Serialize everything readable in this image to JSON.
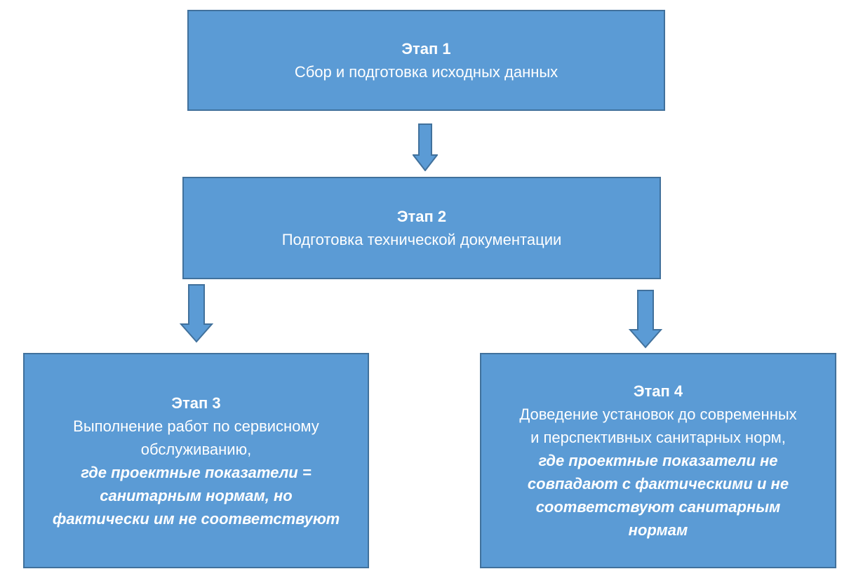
{
  "colors": {
    "box_fill": "#5b9bd5",
    "box_border": "#41719c",
    "text": "#ffffff"
  },
  "stages": [
    {
      "title": "Этап 1",
      "lines": [
        "Сбор и подготовка исходных данных"
      ],
      "italic_lines": []
    },
    {
      "title": "Этап 2",
      "lines": [
        "Подготовка технической документации"
      ],
      "italic_lines": []
    },
    {
      "title": "Этап 3",
      "lines": [
        "Выполнение работ по сервисному",
        "обслуживанию,"
      ],
      "italic_lines": [
        "где проектные показатели =",
        "санитарным нормам, но",
        "фактически им не соответствуют"
      ]
    },
    {
      "title": "Этап 4",
      "lines": [
        "Доведение установок до современных",
        "и перспективных санитарных норм,"
      ],
      "italic_lines": [
        "где проектные показатели не",
        "совпадают с фактическими и не",
        "соответствуют санитарным",
        "нормам"
      ]
    }
  ]
}
